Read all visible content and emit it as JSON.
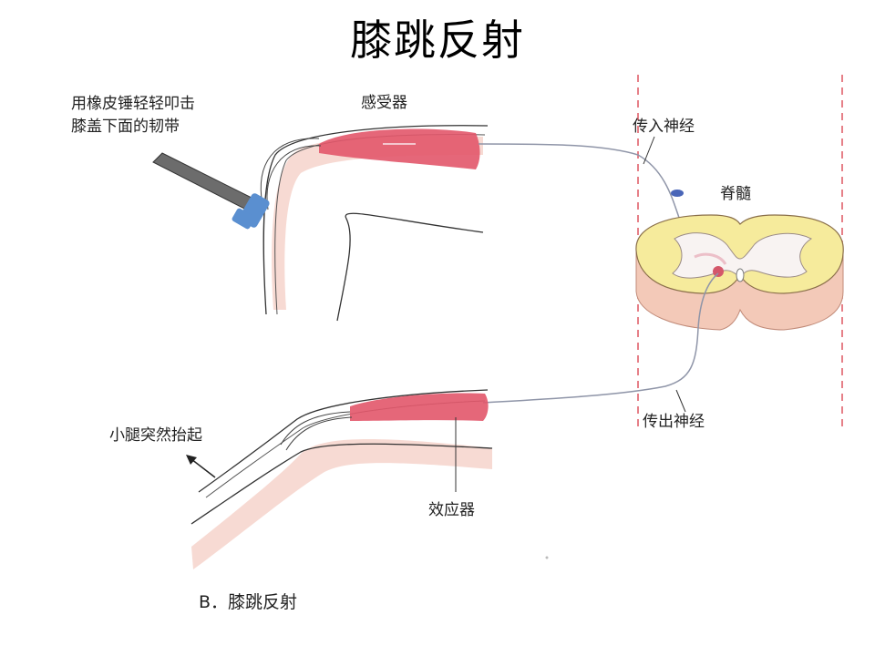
{
  "title": "膝跳反射",
  "labels": {
    "hammer_line1": "用橡皮锤轻轻叩击",
    "hammer_line2": "膝盖下面的韧带",
    "receptor": "感受器",
    "afferent_nerve": "传入神经",
    "spinal_cord": "脊髓",
    "efferent_nerve": "传出神经",
    "leg_kick": "小腿突然抬起",
    "effector": "效应器"
  },
  "caption": "B．膝跳反射",
  "colors": {
    "muscle": "#e2566a",
    "skin": "#f6d3cb",
    "gray_matter": "#f8f3f2",
    "white_matter": "#f6eb9c",
    "cord_side": "#f3c9b8",
    "hammer": "#6c6c6c",
    "hammer_tip": "#5a8fd0",
    "nerve": "#8f95a8",
    "dashed": "#e0606a"
  }
}
